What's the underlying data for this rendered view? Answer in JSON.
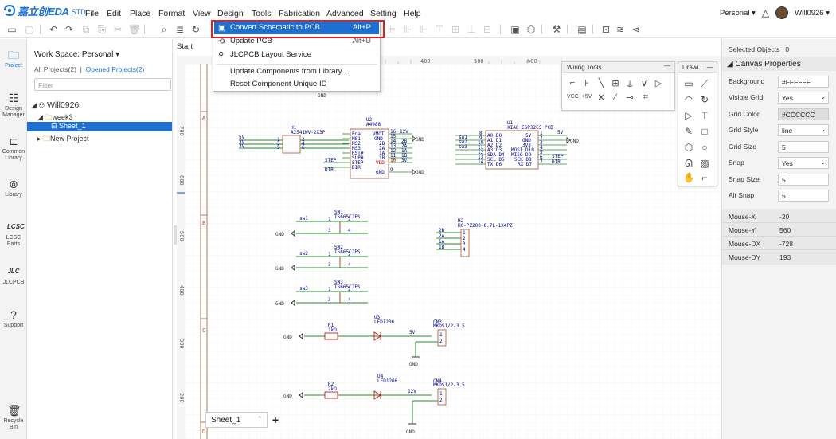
{
  "app": {
    "logo_text": "嘉立创EDA",
    "edition": "STD",
    "menu": [
      "File",
      "Edit",
      "Place",
      "Format",
      "View",
      "Design",
      "Tools",
      "Fabrication",
      "Advanced",
      "Setting",
      "Help"
    ],
    "account_mode": "Personal",
    "user": "Will0926"
  },
  "rail": {
    "items": [
      {
        "label": "Project",
        "icon": "folder-icon",
        "active": true
      },
      {
        "label": "Design Manager",
        "icon": "design-manager-icon",
        "active": false
      },
      {
        "label": "Common Library",
        "icon": "common-library-icon",
        "active": false
      },
      {
        "label": "Library",
        "icon": "library-icon",
        "active": false
      },
      {
        "label": "LCSC Parts",
        "icon": "lcsc-icon",
        "active": false
      },
      {
        "label": "JLCPCB",
        "icon": "jlcpcb-icon",
        "active": false
      },
      {
        "label": "Support",
        "icon": "help-icon",
        "active": false
      },
      {
        "label": "Recycle Bin",
        "icon": "trash-icon",
        "active": false
      }
    ]
  },
  "project_panel": {
    "workspace": "Work Space: Personal",
    "all_projects": "All Projects(2)",
    "separator": "|",
    "opened_projects": "Opened Projects(2)",
    "filter_placeholder": "Filter",
    "tree": [
      {
        "label": "Will0926",
        "level": 0
      },
      {
        "label": "week3",
        "level": 1
      },
      {
        "label": "Sheet_1",
        "level": 2,
        "selected": true
      },
      {
        "label": "New Project",
        "level": 1
      }
    ]
  },
  "tabs": {
    "start": "Start",
    "sheet": "Sheet_1",
    "add": "+"
  },
  "design_menu": {
    "items": [
      {
        "label": "Convert Schematic to PCB",
        "shortcut": "Alt+P",
        "icon": "convert-pcb-icon",
        "highlighted": true
      },
      {
        "label": "Update PCB",
        "shortcut": "Alt+U",
        "icon": "update-pcb-icon"
      },
      {
        "label": "JLCPCB Layout Service",
        "shortcut": "",
        "icon": "layout-service-icon"
      },
      {
        "label": "Update Components from Library...",
        "shortcut": ""
      },
      {
        "label": "Reset Component Unique ID",
        "shortcut": ""
      }
    ]
  },
  "wiring_tools": {
    "title": "Wiring Tools"
  },
  "drawing_tools": {
    "title": "Drawi..."
  },
  "right_panel": {
    "selected_objects_label": "Selected Objects",
    "selected_objects_count": "0",
    "section_title": "Canvas Properties",
    "props": [
      {
        "label": "Background",
        "value": "#FFFFFF",
        "type": "text"
      },
      {
        "label": "Visible Grid",
        "value": "Yes",
        "type": "select"
      },
      {
        "label": "Grid Color",
        "value": "#CCCCCC",
        "type": "color"
      },
      {
        "label": "Grid Style",
        "value": "line",
        "type": "select"
      },
      {
        "label": "Grid Size",
        "value": "5",
        "type": "text"
      },
      {
        "label": "Snap",
        "value": "Yes",
        "type": "select"
      },
      {
        "label": "Snap Size",
        "value": "5",
        "type": "text"
      },
      {
        "label": "Alt Snap",
        "value": "5",
        "type": "text"
      }
    ],
    "mouse": [
      {
        "label": "Mouse-X",
        "value": "-20"
      },
      {
        "label": "Mouse-Y",
        "value": "560"
      },
      {
        "label": "Mouse-DX",
        "value": "-728"
      },
      {
        "label": "Mouse-DY",
        "value": "193"
      }
    ]
  },
  "schematic": {
    "ruler_marks": [
      "400",
      "500",
      "600"
    ],
    "row_labels": [
      "A",
      "B",
      "C",
      "D"
    ],
    "left_ruler": [
      "700",
      "600",
      "500",
      "400",
      "300",
      "200"
    ],
    "h1": {
      "ref": "H1",
      "part": "A2541WV-2X3P",
      "nets": [
        "5V",
        "3V",
        "3V"
      ],
      "pins_l": [
        "1",
        "3",
        "5"
      ],
      "pins_r": [
        "2",
        "4",
        "6"
      ]
    },
    "u2": {
      "ref": "U2",
      "part": "A4988",
      "left_pins": [
        "1",
        "2",
        "3",
        "4",
        "5",
        "6",
        "7",
        "8"
      ],
      "left_names": [
        "Ena",
        "MS1",
        "MS2",
        "MS3",
        "RST#",
        "SLP#",
        "STEP",
        "DIR"
      ],
      "right_names": [
        "VMOT",
        "GND",
        "2B",
        "2A",
        "1A",
        "1B",
        "VDD",
        "GND"
      ],
      "right_pins": [
        "16",
        "15",
        "14",
        "13",
        "12",
        "11",
        "10",
        "9"
      ],
      "right_nets": [
        "12V",
        "",
        "2B",
        "2A",
        "1A",
        "1B",
        "3V",
        ""
      ],
      "step_net": "STEP",
      "dir_net": "DIR"
    },
    "u1": {
      "ref": "U1",
      "part": "XIAO ESP32C3 PCB",
      "left_pins": [
        "8",
        "9",
        "10",
        "11",
        "12",
        "13",
        "14"
      ],
      "left_names": [
        "A0 D0",
        "A1 D1",
        "A2 D2",
        "A3 D3",
        "SDA D4",
        "SCL D5",
        "TX D6"
      ],
      "right_names": [
        "5V",
        "GND",
        "3V3",
        "MOSI D10",
        "MISO D9",
        "SCK D8",
        "RX D7"
      ],
      "right_pins": [
        "1",
        "2",
        "3",
        "4",
        "5",
        "6",
        "7"
      ],
      "left_nets": [
        "sw1",
        "sw2",
        "sw3",
        "",
        "",
        "",
        ""
      ],
      "right_nets": [
        "5V",
        "",
        "",
        "",
        "",
        "STEP",
        "DIR"
      ]
    },
    "gnd": "GND",
    "sw": [
      {
        "ref": "SW1",
        "part": "TS665CJFS",
        "net": "sw1"
      },
      {
        "ref": "SW2",
        "part": "TS665CJFS",
        "net": "sw2"
      },
      {
        "ref": "SW3",
        "part": "TS665CJFS",
        "net": "sw3"
      }
    ],
    "sw_pins": [
      "1",
      "2",
      "3",
      "4"
    ],
    "h2": {
      "ref": "H2",
      "part": "HC-PZ200-8.7L-1X4PZ",
      "nets": [
        "2B",
        "2A",
        "1A",
        "1B"
      ],
      "pins": [
        "1",
        "2",
        "3",
        "4"
      ]
    },
    "r1": {
      "ref": "R1",
      "value": "1kΩ"
    },
    "r2": {
      "ref": "R2",
      "value": "2kΩ"
    },
    "u3": {
      "ref": "U3",
      "part": "LED1206"
    },
    "u4": {
      "ref": "U4",
      "part": "LED1206"
    },
    "cn3": {
      "ref": "CN3",
      "part": "MKDS1/2-3.5",
      "net": "5V"
    },
    "cn4": {
      "ref": "CN4",
      "part": "MKDS1/2-3.5",
      "net": "12V"
    },
    "cn_pins": [
      "1",
      "2"
    ]
  }
}
